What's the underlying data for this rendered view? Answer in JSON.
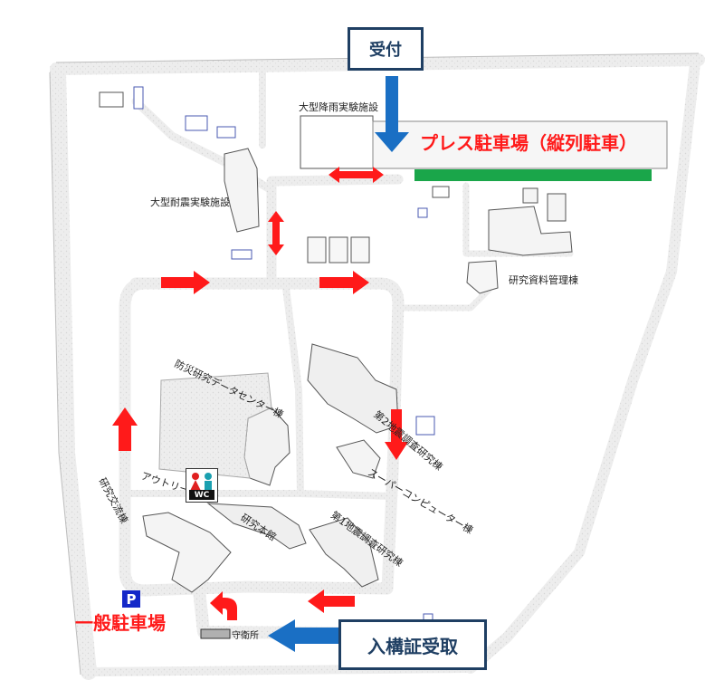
{
  "labels": {
    "rain_facility": "大型降雨実験施設",
    "seismic_facility": "大型耐震実験施設",
    "archive_building": "研究資料管理棟",
    "data_center": "防災研究データセンター棟",
    "outreach": "アウトリーチ",
    "exchange_building": "研究交流棟",
    "main_building": "研究本館",
    "survey_building_1": "第1地震調査研究棟",
    "survey_building_2": "第2地震調査研究棟",
    "supercomputer": "スーパーコンピューター棟",
    "guard_house": "守衛所"
  },
  "callouts": {
    "reception": "受付",
    "pass_pickup": "入構証受取"
  },
  "parking": {
    "press": "プレス駐車場（縦列駐車）",
    "general": "一般駐車場",
    "badge": "P"
  },
  "restroom": {
    "badge": "WC"
  },
  "colors": {
    "route_arrow": "#ff1a1a",
    "callout_arrow": "#1a6fc4",
    "press_parking_strip": "#1aa64a",
    "callout_border": "#1f3f63",
    "parking_badge": "#1428c8"
  }
}
